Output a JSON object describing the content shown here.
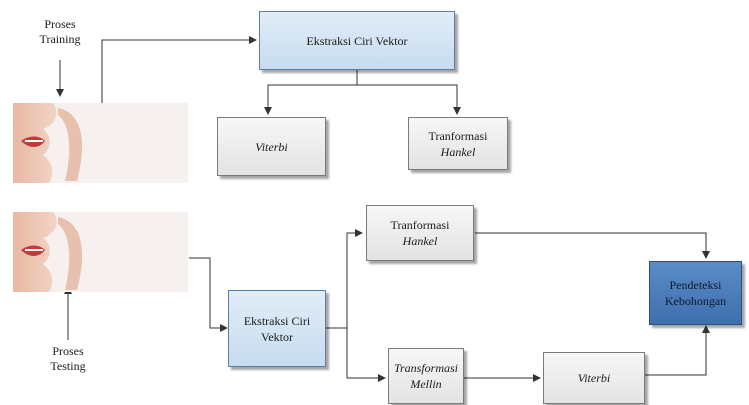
{
  "top": {
    "label_line1": "Proses",
    "label_line2": "Training",
    "extract_box": "Ekstraksi Ciri Vektor",
    "viterbi_box": "Viterbi",
    "hankel_line1": "Tranformasi",
    "hankel_line2": "Hankel"
  },
  "bottom": {
    "label_line1": "Proses",
    "label_line2": "Testing",
    "extract_line1": "Ekstraksi Ciri",
    "extract_line2": "Vektor",
    "hankel_line1": "Tranformasi",
    "hankel_line2": "Hankel",
    "mellin_line1": "Transformasi",
    "mellin_line2": "Mellin",
    "viterbi_box": "Viterbi",
    "detector_line1": "Pendeteksi",
    "detector_line2": "Kebohongan"
  },
  "colors": {
    "box_blue": "#c7dcef",
    "box_grey": "#e3e3e3",
    "box_dark_blue": "#4f7fbd",
    "arrow": "#333333"
  },
  "icons": [
    "speech-waveform-image",
    "speech-waveform-image"
  ]
}
